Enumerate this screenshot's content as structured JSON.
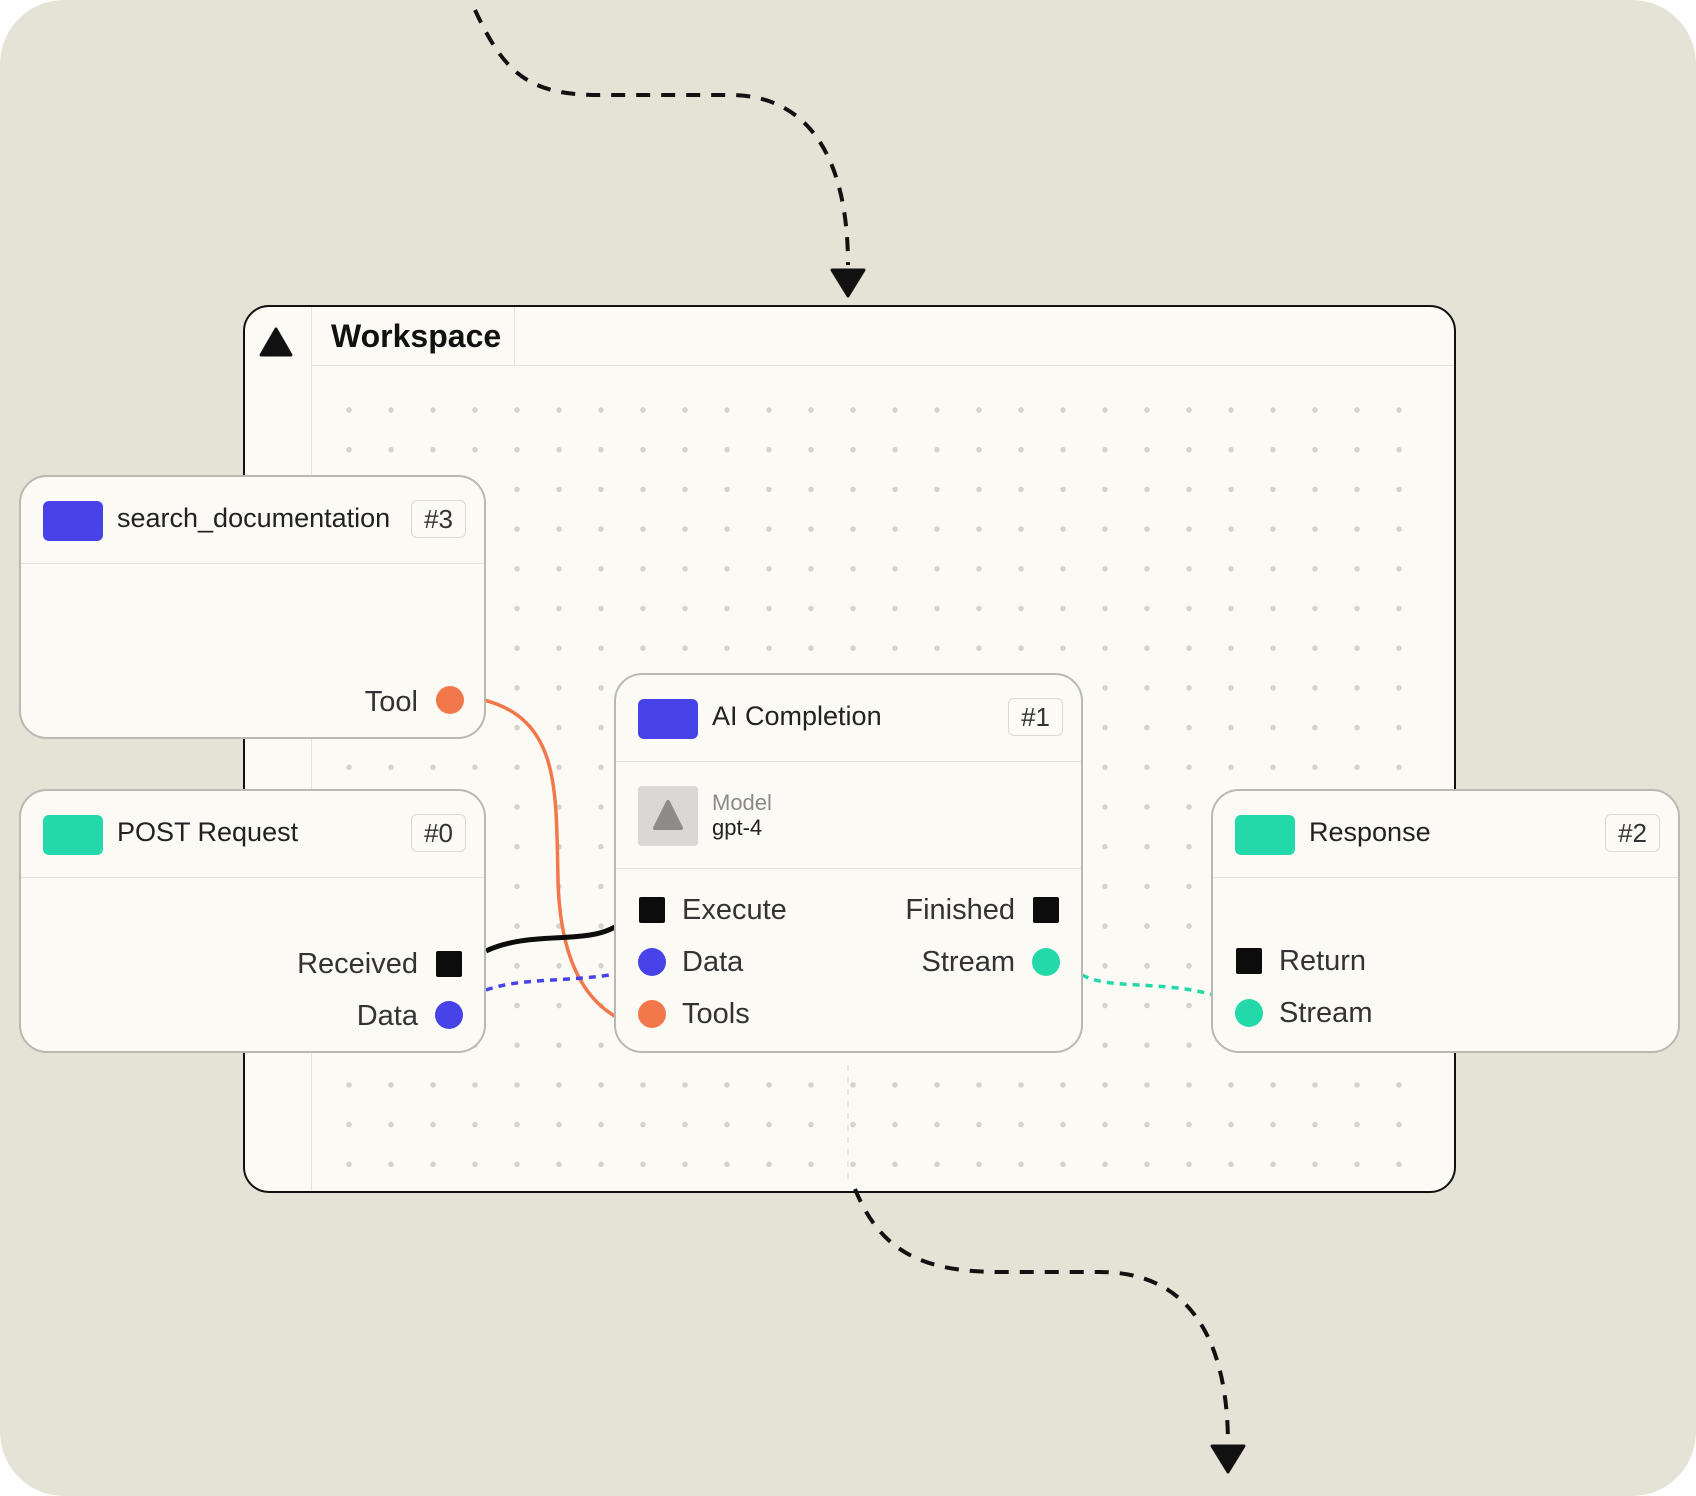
{
  "workspace": {
    "title": "Workspace"
  },
  "nodes": {
    "search": {
      "title": "search_documentation",
      "badge": "#3",
      "port_tool": "Tool"
    },
    "post": {
      "title": "POST Request",
      "badge": "#0",
      "port_received": "Received",
      "port_data": "Data"
    },
    "ai": {
      "title": "AI Completion",
      "badge": "#1",
      "model_label": "Model",
      "model_value": "gpt-4",
      "in_execute": "Execute",
      "in_data": "Data",
      "in_tools": "Tools",
      "out_finished": "Finished",
      "out_stream": "Stream"
    },
    "response": {
      "title": "Response",
      "badge": "#2",
      "in_return": "Return",
      "in_stream": "Stream"
    }
  },
  "colors": {
    "blue": "#4743e8",
    "teal": "#23d9aa",
    "orange": "#f2784b",
    "black": "#0c0c0c",
    "background": "#e5e3d6"
  }
}
